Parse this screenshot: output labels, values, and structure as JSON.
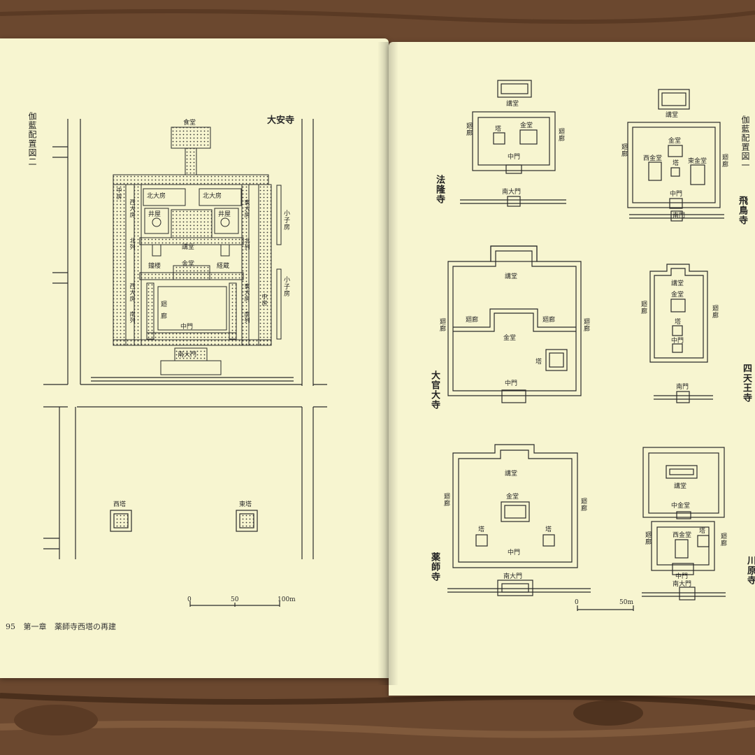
{
  "left_page": {
    "fig_caption": "伽藍配置図二",
    "temple_name": "大安寺",
    "labels": {
      "jikido": "食堂",
      "kita_daibo_w": "北大房",
      "kita_daibo_e": "北大房",
      "seiya_w": "井屋",
      "seiya_e": "井屋",
      "kodo": "講堂",
      "kondo": "金堂",
      "shoro": "鐘楼",
      "kyozo": "経蔵",
      "kairo_l": "廻",
      "kairo_r": "廊",
      "chumon": "中門",
      "nandaimon": "南大門",
      "seito": "西塔",
      "toto": "東塔",
      "nishi_chuubo": "中房",
      "nishi_daibo_kita": "西大房",
      "kita_retsu_w": "北列",
      "kita_retsu_e": "北列",
      "higashi_daibo_kita": "東大房",
      "nishi_daibo_minami": "西大房",
      "minami_retsu_w": "南列",
      "higashi_daibo_minami": "東大房",
      "minami_retsu_e": "南列",
      "higashi_chuubo": "中房",
      "kozuribo_1": "小子房",
      "kozuribo_2": "小子房"
    },
    "scale": {
      "zero": "0",
      "mid": "50",
      "end": "100m"
    },
    "footer": {
      "page_no": "95",
      "chapter": "第一章",
      "section_title": "薬師寺西塔の再建"
    }
  },
  "right_page": {
    "fig_caption": "伽藍配置図一",
    "horyuji": {
      "name": "法隆寺",
      "kodo": "講堂",
      "to": "塔",
      "kondo": "金堂",
      "chumon": "中門",
      "nandaimon": "南大門",
      "kairo_l": "廻廊",
      "kairo_r": "廻廊"
    },
    "asukadera": {
      "name": "飛鳥寺",
      "kodo": "講堂",
      "naka_kondo": "金堂",
      "nishi_kondo": "西金堂",
      "higashi_kondo": "東金堂",
      "to": "塔",
      "chumon": "中門",
      "nandaimon": "南門",
      "kairo_l": "廻廊",
      "kairo_r": "廻廊"
    },
    "daikandaiji": {
      "name": "大官大寺",
      "kodo": "講堂",
      "kondo": "金堂",
      "to": "塔",
      "chumon": "中門",
      "kairo_1": "廻廊",
      "kairo_2": "廻廊",
      "kairo_3": "廻廊",
      "kairo_4": "廻廊"
    },
    "shitennoji": {
      "name": "四天王寺",
      "kodo": "講堂",
      "kondo": "金堂",
      "to": "塔",
      "chumon": "中門",
      "nanmon": "南門",
      "kairo_l": "廻廊",
      "kairo_r": "廻廊"
    },
    "yakushiji": {
      "name": "薬師寺",
      "kodo": "講堂",
      "kondo": "金堂",
      "to_w": "塔",
      "to_e": "塔",
      "chumon": "中門",
      "nandaimon": "南大門",
      "kairo_l": "廻廊",
      "kairo_r": "廻廊"
    },
    "kawaharadera": {
      "name": "川原寺",
      "kodo": "講堂",
      "naka_kondo": "中金堂",
      "nishi_kondo": "西金堂",
      "to": "塔",
      "chumon": "中門",
      "nandaimon": "南大門",
      "kairo_l": "廻廊",
      "kairo_r": "廻廊"
    },
    "scale": {
      "zero": "0",
      "end": "50m"
    }
  },
  "colors": {
    "paper": "#f7f5d0",
    "ink": "#2a2a2a",
    "wood": "#6e4a30"
  }
}
